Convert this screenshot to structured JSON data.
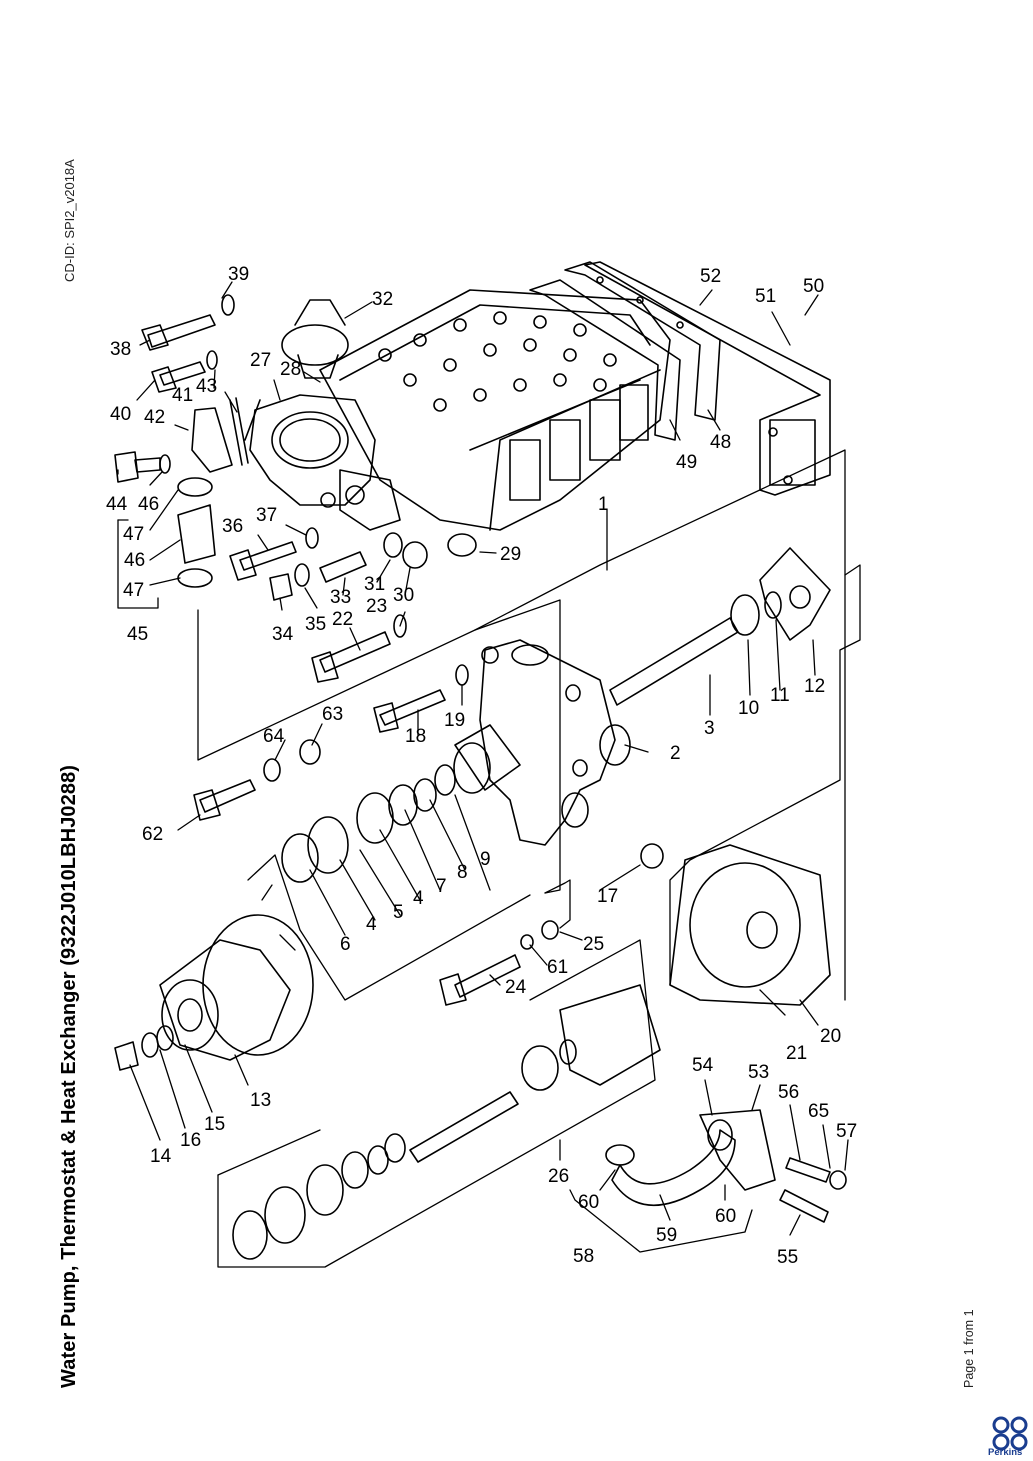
{
  "doc": {
    "cd_id": "CD-ID: SPI2_v2018A",
    "title": "Water Pump, Thermostat & Heat Exchanger (9322J010LBHJ0288)",
    "page": "Page 1 from 1",
    "brand": "Perkins",
    "brand_color": "#1a3d8f"
  },
  "callouts": {
    "c1": "1",
    "c2": "2",
    "c3": "3",
    "c4a": "4",
    "c4b": "4",
    "c5": "5",
    "c6": "6",
    "c7": "7",
    "c8": "8",
    "c9": "9",
    "c10": "10",
    "c11": "11",
    "c12": "12",
    "c13": "13",
    "c14": "14",
    "c15": "15",
    "c16": "16",
    "c17": "17",
    "c18": "18",
    "c19": "19",
    "c20": "20",
    "c21": "21",
    "c22": "22",
    "c23": "23",
    "c24": "24",
    "c25": "25",
    "c26": "26",
    "c27": "27",
    "c28": "28",
    "c29": "29",
    "c30": "30",
    "c31": "31",
    "c32": "32",
    "c33": "33",
    "c34": "34",
    "c35": "35",
    "c36": "36",
    "c37": "37",
    "c38": "38",
    "c39": "39",
    "c40": "40",
    "c41": "41",
    "c42": "42",
    "c43": "43",
    "c44": "44",
    "c45": "45",
    "c46a": "46",
    "c46b": "46",
    "c47a": "47",
    "c47b": "47",
    "c48": "48",
    "c49": "49",
    "c50": "50",
    "c51": "51",
    "c52": "52",
    "c53": "53",
    "c54": "54",
    "c55": "55",
    "c56": "56",
    "c57": "57",
    "c58": "58",
    "c59": "59",
    "c60a": "60",
    "c60b": "60",
    "c61": "61",
    "c62": "62",
    "c63": "63",
    "c64": "64",
    "c65": "65"
  }
}
